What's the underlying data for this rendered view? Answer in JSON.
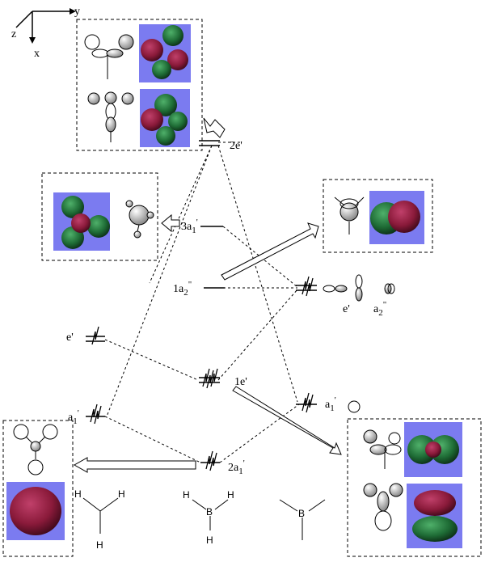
{
  "axes": {
    "y": "y",
    "z": "z",
    "x": "x"
  },
  "left_levels": {
    "e_prime": "e'",
    "a1_prime": "a",
    "a1_prime_sub": "1",
    "a1_prime_sup": "'"
  },
  "center_levels": {
    "two_e_prime": "2e'",
    "three_a1_prime": "3a",
    "three_a1_prime_sub": "1",
    "three_a1_prime_sup": "'",
    "one_a2_dprime": "1a",
    "one_a2_dprime_sub": "2",
    "one_a2_dprime_sup": "\"",
    "one_e_prime": "1e'",
    "two_a1_prime": "2a",
    "two_a1_prime_sub": "1",
    "two_a1_prime_sup": "'"
  },
  "right_levels": {
    "e_prime": "e'",
    "a2_dprime": "a",
    "a2_dprime_sub": "2",
    "a2_dprime_sup": "\"",
    "a1_prime": "a",
    "a1_prime_sub": "1",
    "a1_prime_sup": "'"
  },
  "atoms": {
    "h": "H",
    "b": "B"
  },
  "colors": {
    "orbital_bg": "#7b7bf0",
    "lobe_green": "#1e6b35",
    "lobe_red": "#8a1a3a",
    "lobe_dark": "#222222",
    "frame": "#000000"
  }
}
